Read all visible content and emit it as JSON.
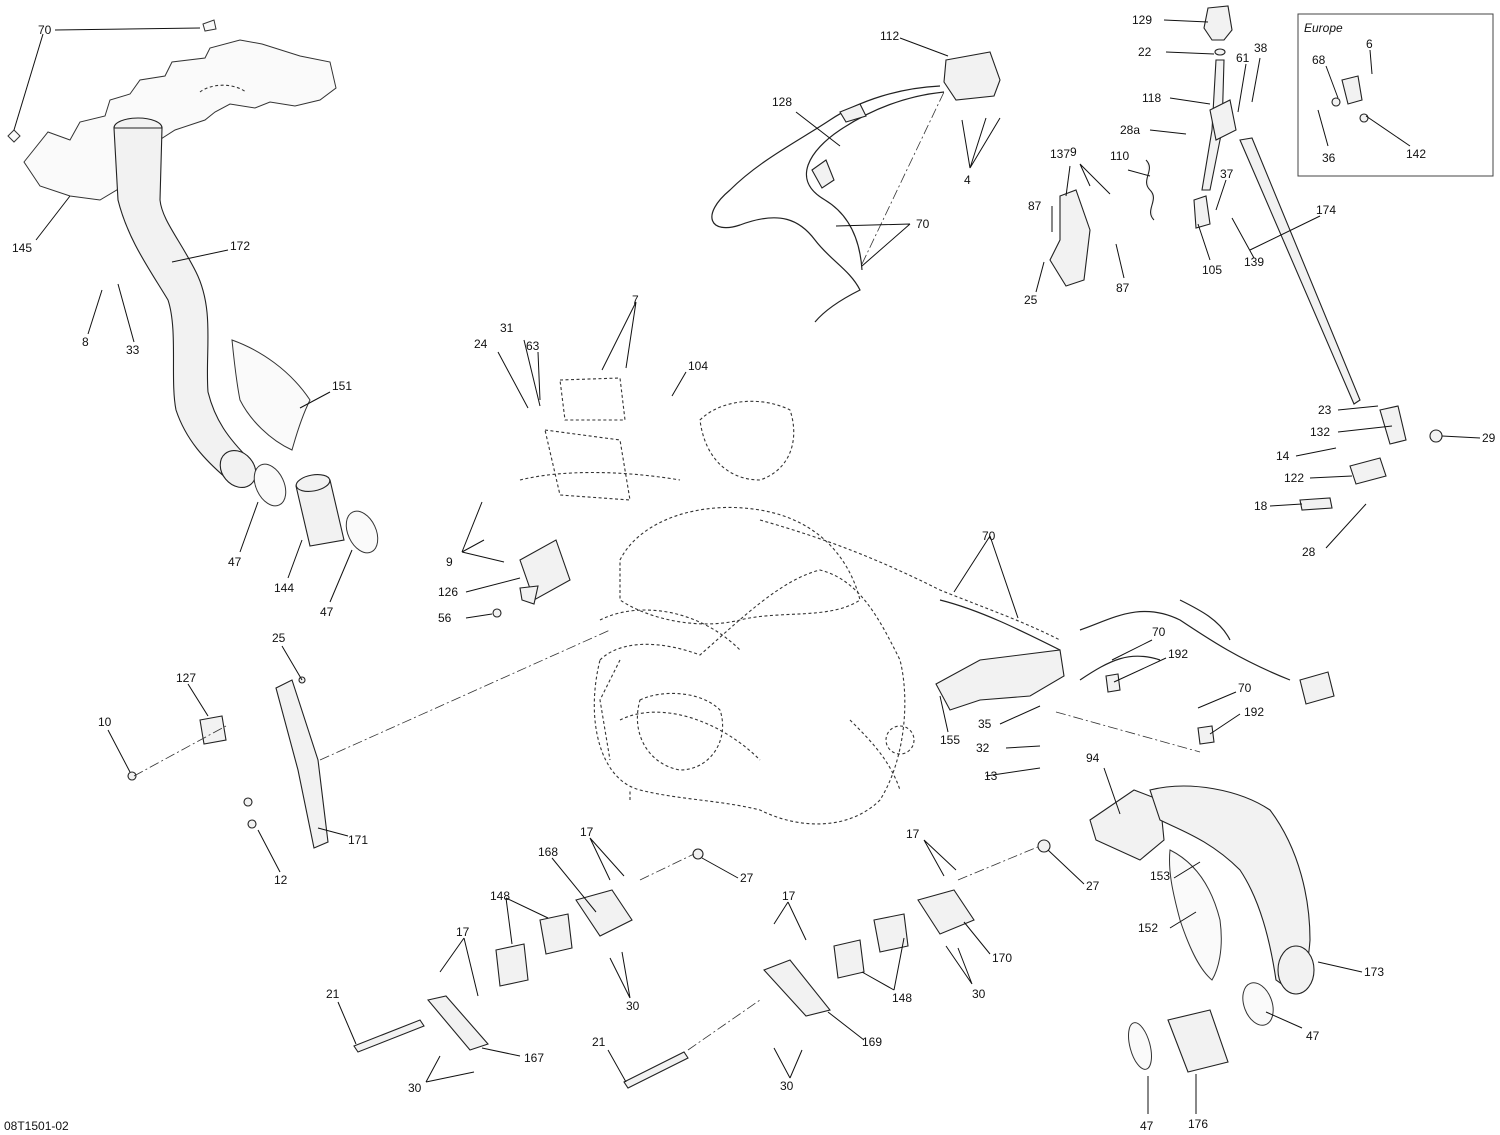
{
  "diagram_code": "08T1501-02",
  "inset_title": "Europe",
  "labels": {
    "l_70_top": "70",
    "l_145": "145",
    "l_172": "172",
    "l_8": "8",
    "l_33": "33",
    "l_151": "151",
    "l_47_a": "47",
    "l_144": "144",
    "l_47_b": "47",
    "l_7": "7",
    "l_31": "31",
    "l_24": "24",
    "l_63": "63",
    "l_104": "104",
    "l_9_a": "9",
    "l_126": "126",
    "l_56": "56",
    "l_112": "112",
    "l_128": "128",
    "l_4": "4",
    "l_70_cable": "70",
    "l_129": "129",
    "l_22": "22",
    "l_61": "61",
    "l_38": "38",
    "l_118": "118",
    "l_28a": "28a",
    "l_137": "137",
    "l_9_b": "9",
    "l_110": "110",
    "l_87_a": "87",
    "l_87_b": "87",
    "l_25_a": "25",
    "l_105": "105",
    "l_37": "37",
    "l_139": "139",
    "l_68": "68",
    "l_6": "6",
    "l_36": "36",
    "l_142": "142",
    "l_174": "174",
    "l_23": "23",
    "l_132": "132",
    "l_29": "29",
    "l_14": "14",
    "l_122": "122",
    "l_18": "18",
    "l_28": "28",
    "l_70_mid": "70",
    "l_70_r1": "70",
    "l_192_a": "192",
    "l_70_r2": "70",
    "l_192_b": "192",
    "l_155": "155",
    "l_35": "35",
    "l_32": "32",
    "l_13": "13",
    "l_25_b": "25",
    "l_127": "127",
    "l_10": "10",
    "l_171": "171",
    "l_12": "12",
    "l_17_a": "17",
    "l_168": "168",
    "l_148_a": "148",
    "l_27_a": "27",
    "l_30_a": "30",
    "l_17_b": "17",
    "l_21_a": "21",
    "l_167": "167",
    "l_30_b": "30",
    "l_17_c": "17",
    "l_169": "169",
    "l_21_b": "21",
    "l_30_c": "30",
    "l_148_b": "148",
    "l_17_d": "17",
    "l_170": "170",
    "l_27_b": "27",
    "l_30_d": "30",
    "l_94": "94",
    "l_153": "153",
    "l_152": "152",
    "l_173": "173",
    "l_47_c": "47",
    "l_47_d": "47",
    "l_176": "176"
  }
}
